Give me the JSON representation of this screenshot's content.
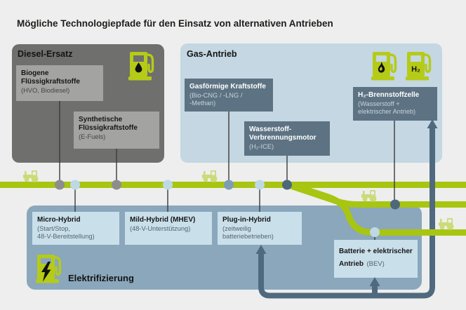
{
  "title": "Mögliche Technologiepfade für den Einsatz von alternativen Antrieben",
  "diesel": {
    "heading": "Diesel-Ersatz",
    "items": [
      {
        "title": "Biogene\nFlüssigkraftstoffe",
        "subtitle": "(HVO, Biodiesel)"
      },
      {
        "title": "Synthetische\nFlüssigkraftstoffe",
        "subtitle": "(E-Fuels)"
      }
    ]
  },
  "gas": {
    "heading": "Gas-Antrieb",
    "h2_pump_label": "H₂",
    "items": [
      {
        "title": "Gasförmige Kraftstoffe",
        "subtitle": "(Bio-CNG / -LNG /\n-Methan)"
      },
      {
        "title": "Wasserstoff-\nVerbrennungsmotor",
        "subtitle": "(H₂-ICE)"
      },
      {
        "title": "H₂-Brennstoffzelle",
        "subtitle": "(Wasserstoff +\nelektrischer Antrieb)"
      }
    ]
  },
  "electric": {
    "heading": "Elektrifizierung",
    "items": [
      {
        "title": "Micro-Hybrid",
        "subtitle": "(Start/Stop,\n48-V-Bereitstellung)"
      },
      {
        "title": "Mild-Hybrid (MHEV)",
        "subtitle": "(48-V-Unterstützung)"
      },
      {
        "title": "Plug-in-Hybrid",
        "subtitle": "(zeitweilig\nbatteriebetrieben)"
      },
      {
        "title": "Batterie + elektrischer Antrieb",
        "subtitle": "(BEV)"
      }
    ]
  },
  "icons": {
    "diesel_pump": "fuel-pump-drop-icon",
    "gas_pump": "fuel-pump-flame-icon",
    "h2_pump": "fuel-pump-h2-icon",
    "charging": "charging-station-icon",
    "vehicle": "tractor-icon"
  },
  "colors": {
    "background": "#eeeeee",
    "road_green": "#a8c511",
    "tractor_green": "#cbdb79",
    "pump_green": "#b5cb17",
    "electric_path": "#4f6a7e",
    "diesel_panel": "#6f6f6e",
    "gas_panel": "#c4d7e2",
    "electric_panel": "#8aa7bc",
    "slate_node": "#5d7383",
    "gray_node": "#a3a3a2",
    "light_node": "#c9dfea",
    "dot_gray": "#8d8d8d",
    "dot_light_blue": "#bed8e5",
    "dot_steel_blue": "#7e9db4",
    "dot_dark_slate": "#4d6879"
  }
}
